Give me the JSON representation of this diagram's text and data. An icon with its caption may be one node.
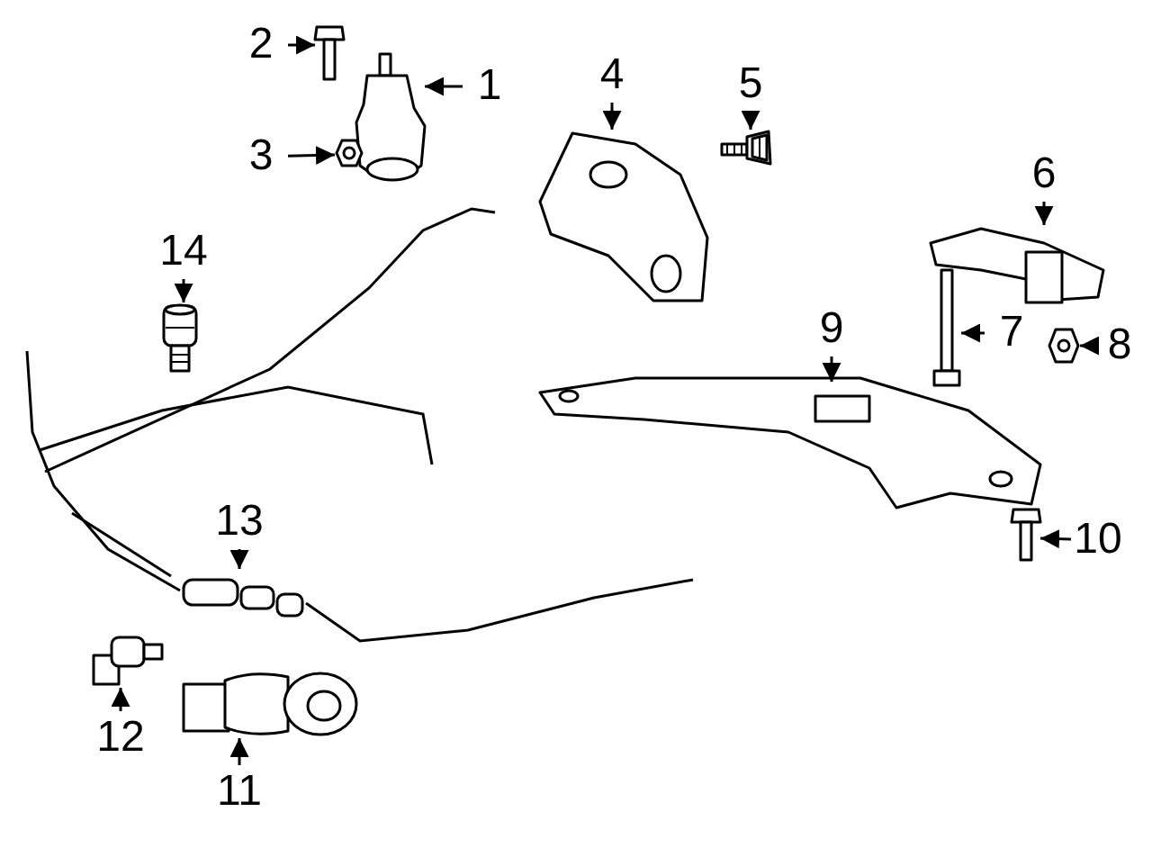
{
  "diagram": {
    "nodes": [
      {
        "text": [
          "1"
        ]
      },
      {
        "text": [
          "2"
        ]
      },
      {
        "text": [
          "3"
        ]
      },
      {
        "text": [
          "4"
        ]
      },
      {
        "text": [
          "5"
        ]
      },
      {
        "text": [
          "6"
        ]
      },
      {
        "text": [
          "7"
        ]
      },
      {
        "text": [
          "8"
        ]
      },
      {
        "text": [
          "9"
        ]
      },
      {
        "text": [
          "10"
        ]
      },
      {
        "text": [
          "11"
        ]
      },
      {
        "text": [
          "12"
        ]
      },
      {
        "text": [
          "13"
        ]
      },
      {
        "text": [
          "14"
        ]
      },
      {
        "text": [],
        "shape": "picture"
      },
      {
        "text": [],
        "shape": "picture"
      },
      {
        "text": [],
        "shape": "picture"
      },
      {
        "text": [],
        "shape": "picture"
      },
      {
        "text": [],
        "shape": "picture"
      },
      {
        "text": [],
        "shape": "picture"
      },
      {
        "text": [],
        "shape": "picture"
      },
      {
        "text": [],
        "shape": "picture"
      },
      {
        "text": [],
        "shape": "picture"
      },
      {
        "text": [],
        "shape": "picture"
      },
      {
        "text": [],
        "shape": "picture"
      },
      {
        "text": [],
        "shape": "picture"
      },
      {
        "text": [],
        "shape": "picture"
      },
      {
        "text": [],
        "shape": "picture"
      }
    ],
    "edges": [
      {
        "from": 0,
        "to": 14,
        "arrow": "to"
      },
      {
        "from": 1,
        "to": 15,
        "arrow": "to"
      },
      {
        "from": 2,
        "to": 16,
        "arrow": "to"
      },
      {
        "from": 3,
        "to": 17,
        "arrow": "to"
      },
      {
        "from": 4,
        "to": 18,
        "arrow": "to"
      },
      {
        "from": 5,
        "to": 19,
        "arrow": "to"
      },
      {
        "from": 6,
        "to": 20,
        "arrow": "to"
      },
      {
        "from": 7,
        "to": 21,
        "arrow": "to"
      },
      {
        "from": 8,
        "to": 22,
        "arrow": "to"
      },
      {
        "from": 9,
        "to": 23,
        "arrow": "to"
      },
      {
        "from": 10,
        "to": 24,
        "arrow": "to"
      },
      {
        "from": 11,
        "to": 25,
        "arrow": "to"
      },
      {
        "from": 12,
        "to": 26,
        "arrow": "to"
      },
      {
        "from": 13,
        "to": 27,
        "arrow": "to"
      }
    ]
  }
}
